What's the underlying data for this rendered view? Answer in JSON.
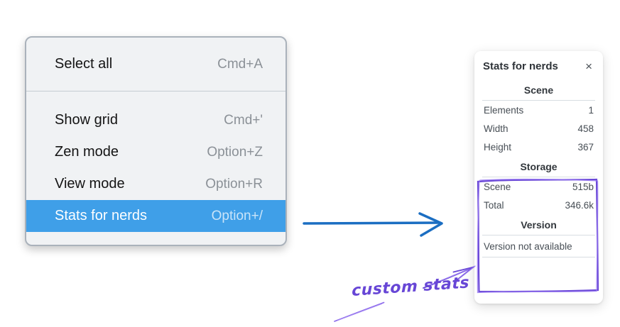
{
  "menu": {
    "items": [
      {
        "label": "Select all",
        "shortcut": "Cmd+A"
      },
      {
        "label": "Show grid",
        "shortcut": "Cmd+'"
      },
      {
        "label": "Zen mode",
        "shortcut": "Option+Z"
      },
      {
        "label": "View mode",
        "shortcut": "Option+R"
      },
      {
        "label": "Stats for nerds",
        "shortcut": "Option+/"
      }
    ],
    "selected_item": "Stats for nerds"
  },
  "stats_panel": {
    "title": "Stats for nerds",
    "close_icon": "×",
    "sections": [
      {
        "header": "Scene",
        "rows": [
          {
            "label": "Elements",
            "value": "1"
          },
          {
            "label": "Width",
            "value": "458"
          },
          {
            "label": "Height",
            "value": "367"
          }
        ]
      },
      {
        "header": "Storage",
        "rows": [
          {
            "label": "Scene",
            "value": "515b"
          },
          {
            "label": "Total",
            "value": "346.6k"
          }
        ]
      },
      {
        "header": "Version",
        "note": "Version not available"
      }
    ]
  },
  "annotations": {
    "custom_stats_label": "custom stats",
    "colors": {
      "menu_highlight": "#3f9fe8",
      "arrow_blue": "#1b6ec2",
      "annotation_purple": "#6a48d7",
      "annotation_purple_light": "#9b7df2"
    }
  }
}
